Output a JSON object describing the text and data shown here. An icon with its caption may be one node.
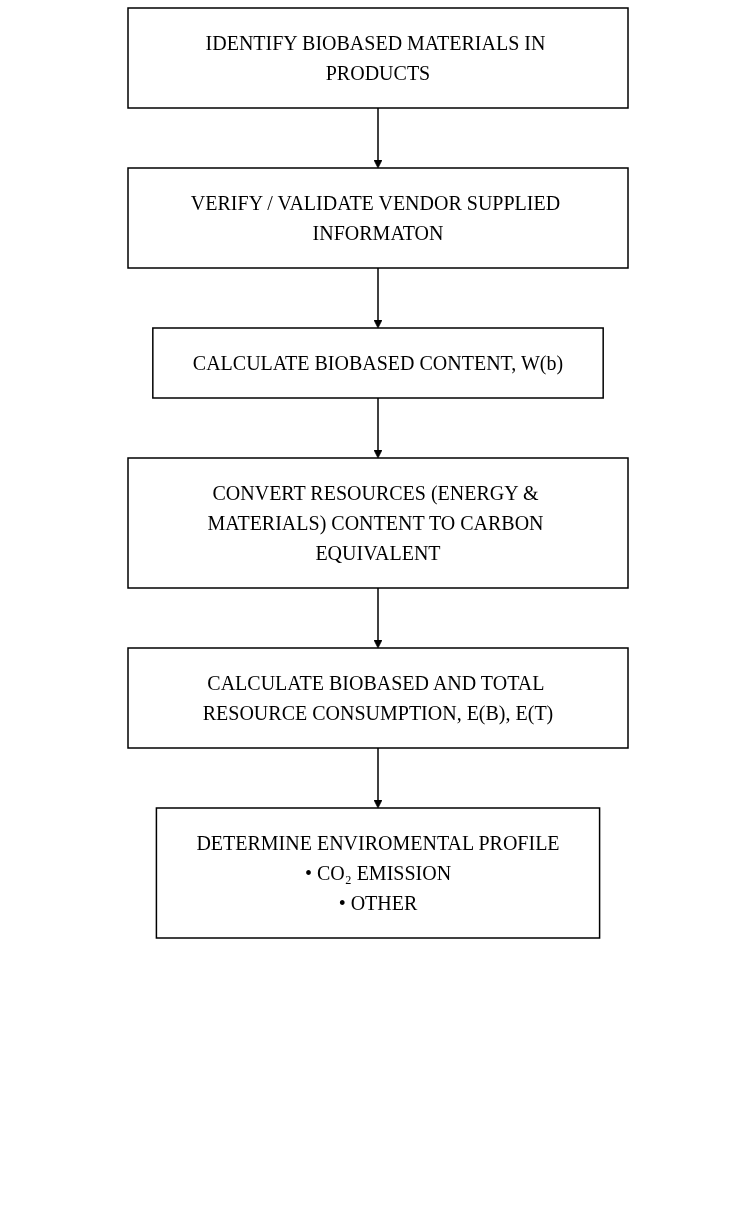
{
  "diagram": {
    "nodes": [
      {
        "text": [
          "IDENTIFY BIOBASED MATERIALS IN PRODUCTS"
        ]
      },
      {
        "text": [
          "VERIFY / VALIDATE VENDOR SUPPLIED INFORMATON"
        ]
      },
      {
        "text": [
          "CALCULATE BIOBASED CONTENT, W(b)"
        ]
      },
      {
        "text": [
          "CONVERT RESOURCES (ENERGY & MATERIALS) CONTENT TO CARBON EQUIVALENT"
        ]
      },
      {
        "text": [
          "CALCULATE BIOBASED AND TOTAL RESOURCE CONSUMPTION, E(B), E(T)"
        ]
      },
      {
        "text": [
          "DETERMINE ENVIROMENTAL PROFILE",
          "• CO₂ EMISSION",
          "• OTHER"
        ]
      }
    ],
    "edges": [
      {
        "from": 0,
        "to": 1,
        "arrow": "to"
      },
      {
        "from": 1,
        "to": 2,
        "arrow": "to"
      },
      {
        "from": 2,
        "to": 3,
        "arrow": "to"
      },
      {
        "from": 3,
        "to": 4,
        "arrow": "to"
      },
      {
        "from": 4,
        "to": 5,
        "arrow": "to"
      }
    ]
  }
}
